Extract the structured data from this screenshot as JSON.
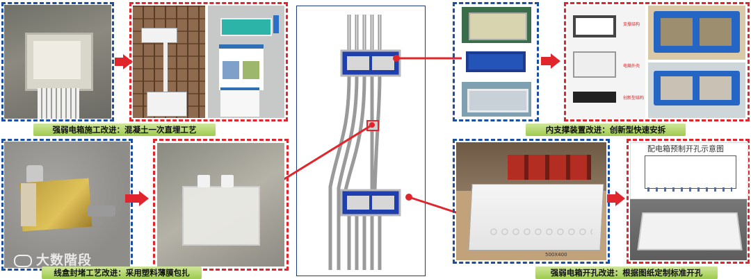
{
  "captions": {
    "panel1": "强弱电箱施工改进：混凝土一次直埋工艺",
    "panel2": "内支撑装置改进：创新型快速安拆",
    "panel3": "线盒封堵工艺改进：采用塑料薄膜包扎",
    "panel4": "强弱电箱开孔改进：根据图纸定制标准开孔"
  },
  "photo_labels": {
    "drawing_title": "配电箱预制开孔示意图",
    "box_text": "500X400",
    "diagram_label_1": "支撑结构",
    "diagram_label_2": "电箱外壳",
    "diagram_label_3": "创新型结构"
  },
  "watermark": "大数階段"
}
